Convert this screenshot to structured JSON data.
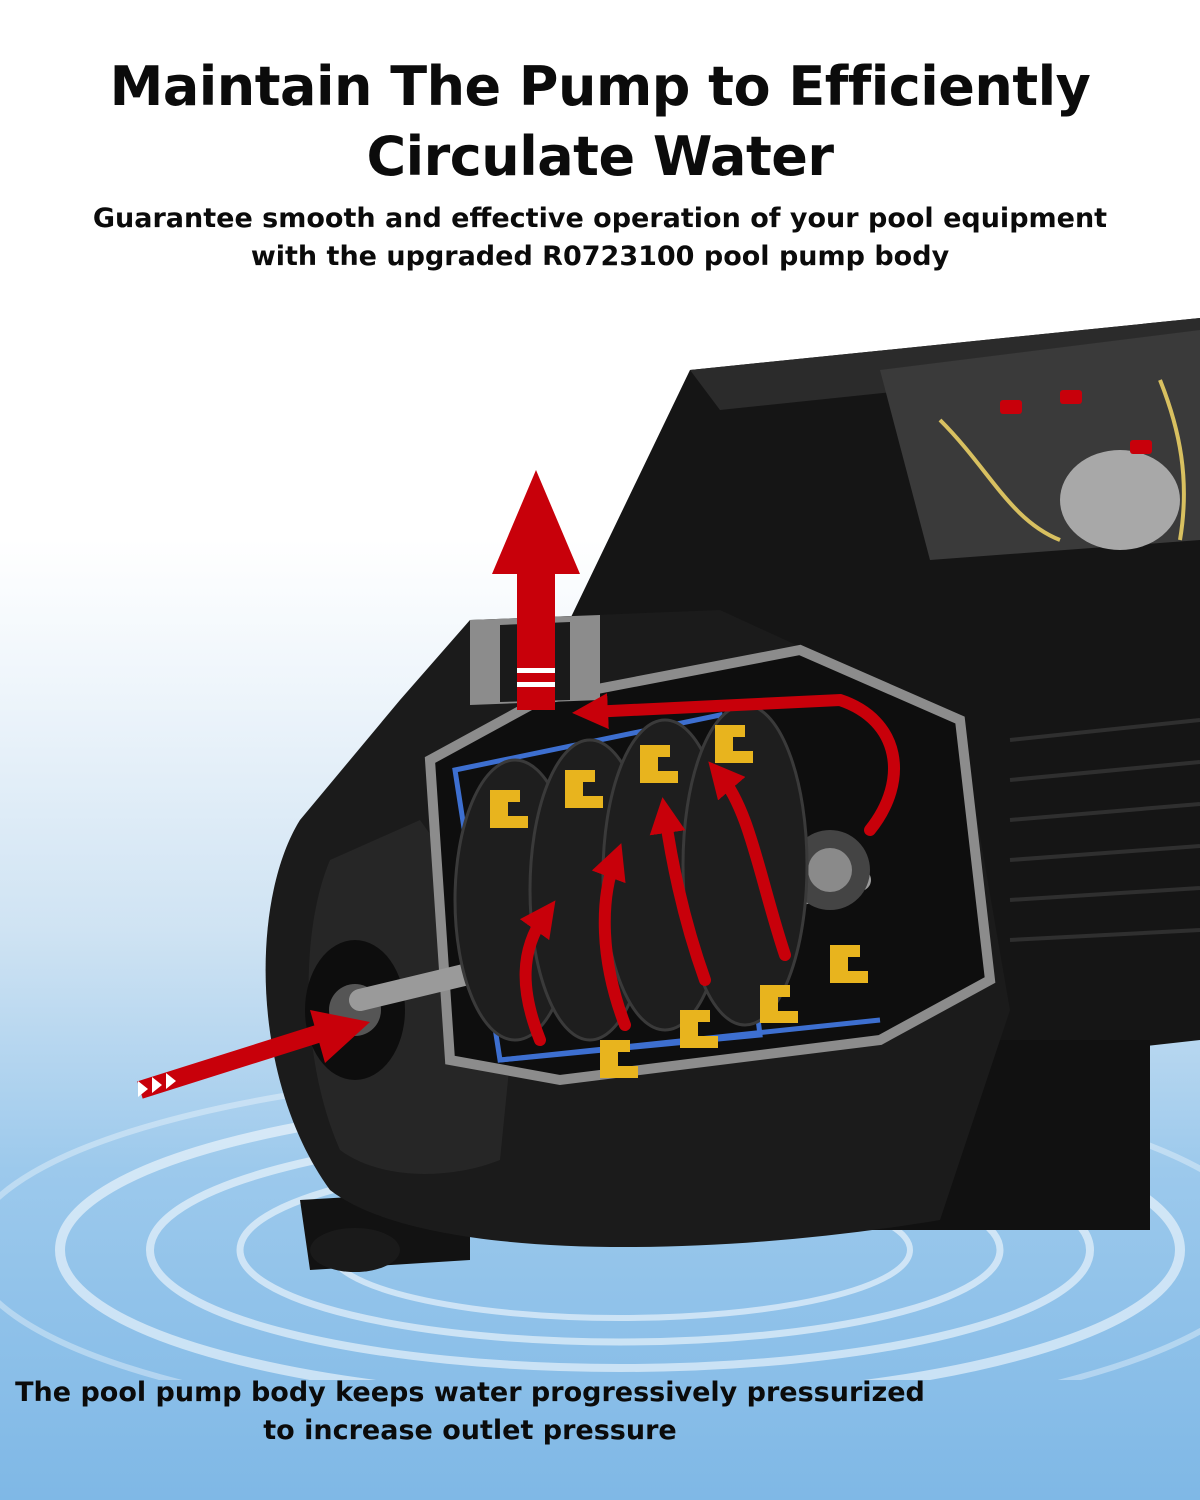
{
  "header": {
    "title_line1": "Maintain The Pump to Efficiently",
    "title_line2": "Circulate Water",
    "subtitle_line1": "Guarantee smooth and effective operation of your pool equipment",
    "subtitle_line2": "with the upgraded R0723100 pool pump body"
  },
  "footer": {
    "caption_line1": "The pool pump body keeps water progressively pressurized",
    "caption_line2": "to increase outlet pressure"
  },
  "colors": {
    "flow_arrow": "#c8000a",
    "pump_body": "#141414",
    "metal": "#8c8c8c",
    "impeller_seal": "#e8b41e",
    "diffuser_outline": "#3d6fd0",
    "water": "#8cc0ea"
  },
  "icons": [
    "inlet-arrow-icon",
    "outlet-arrow-icon",
    "internal-flow-arrow-icon"
  ]
}
